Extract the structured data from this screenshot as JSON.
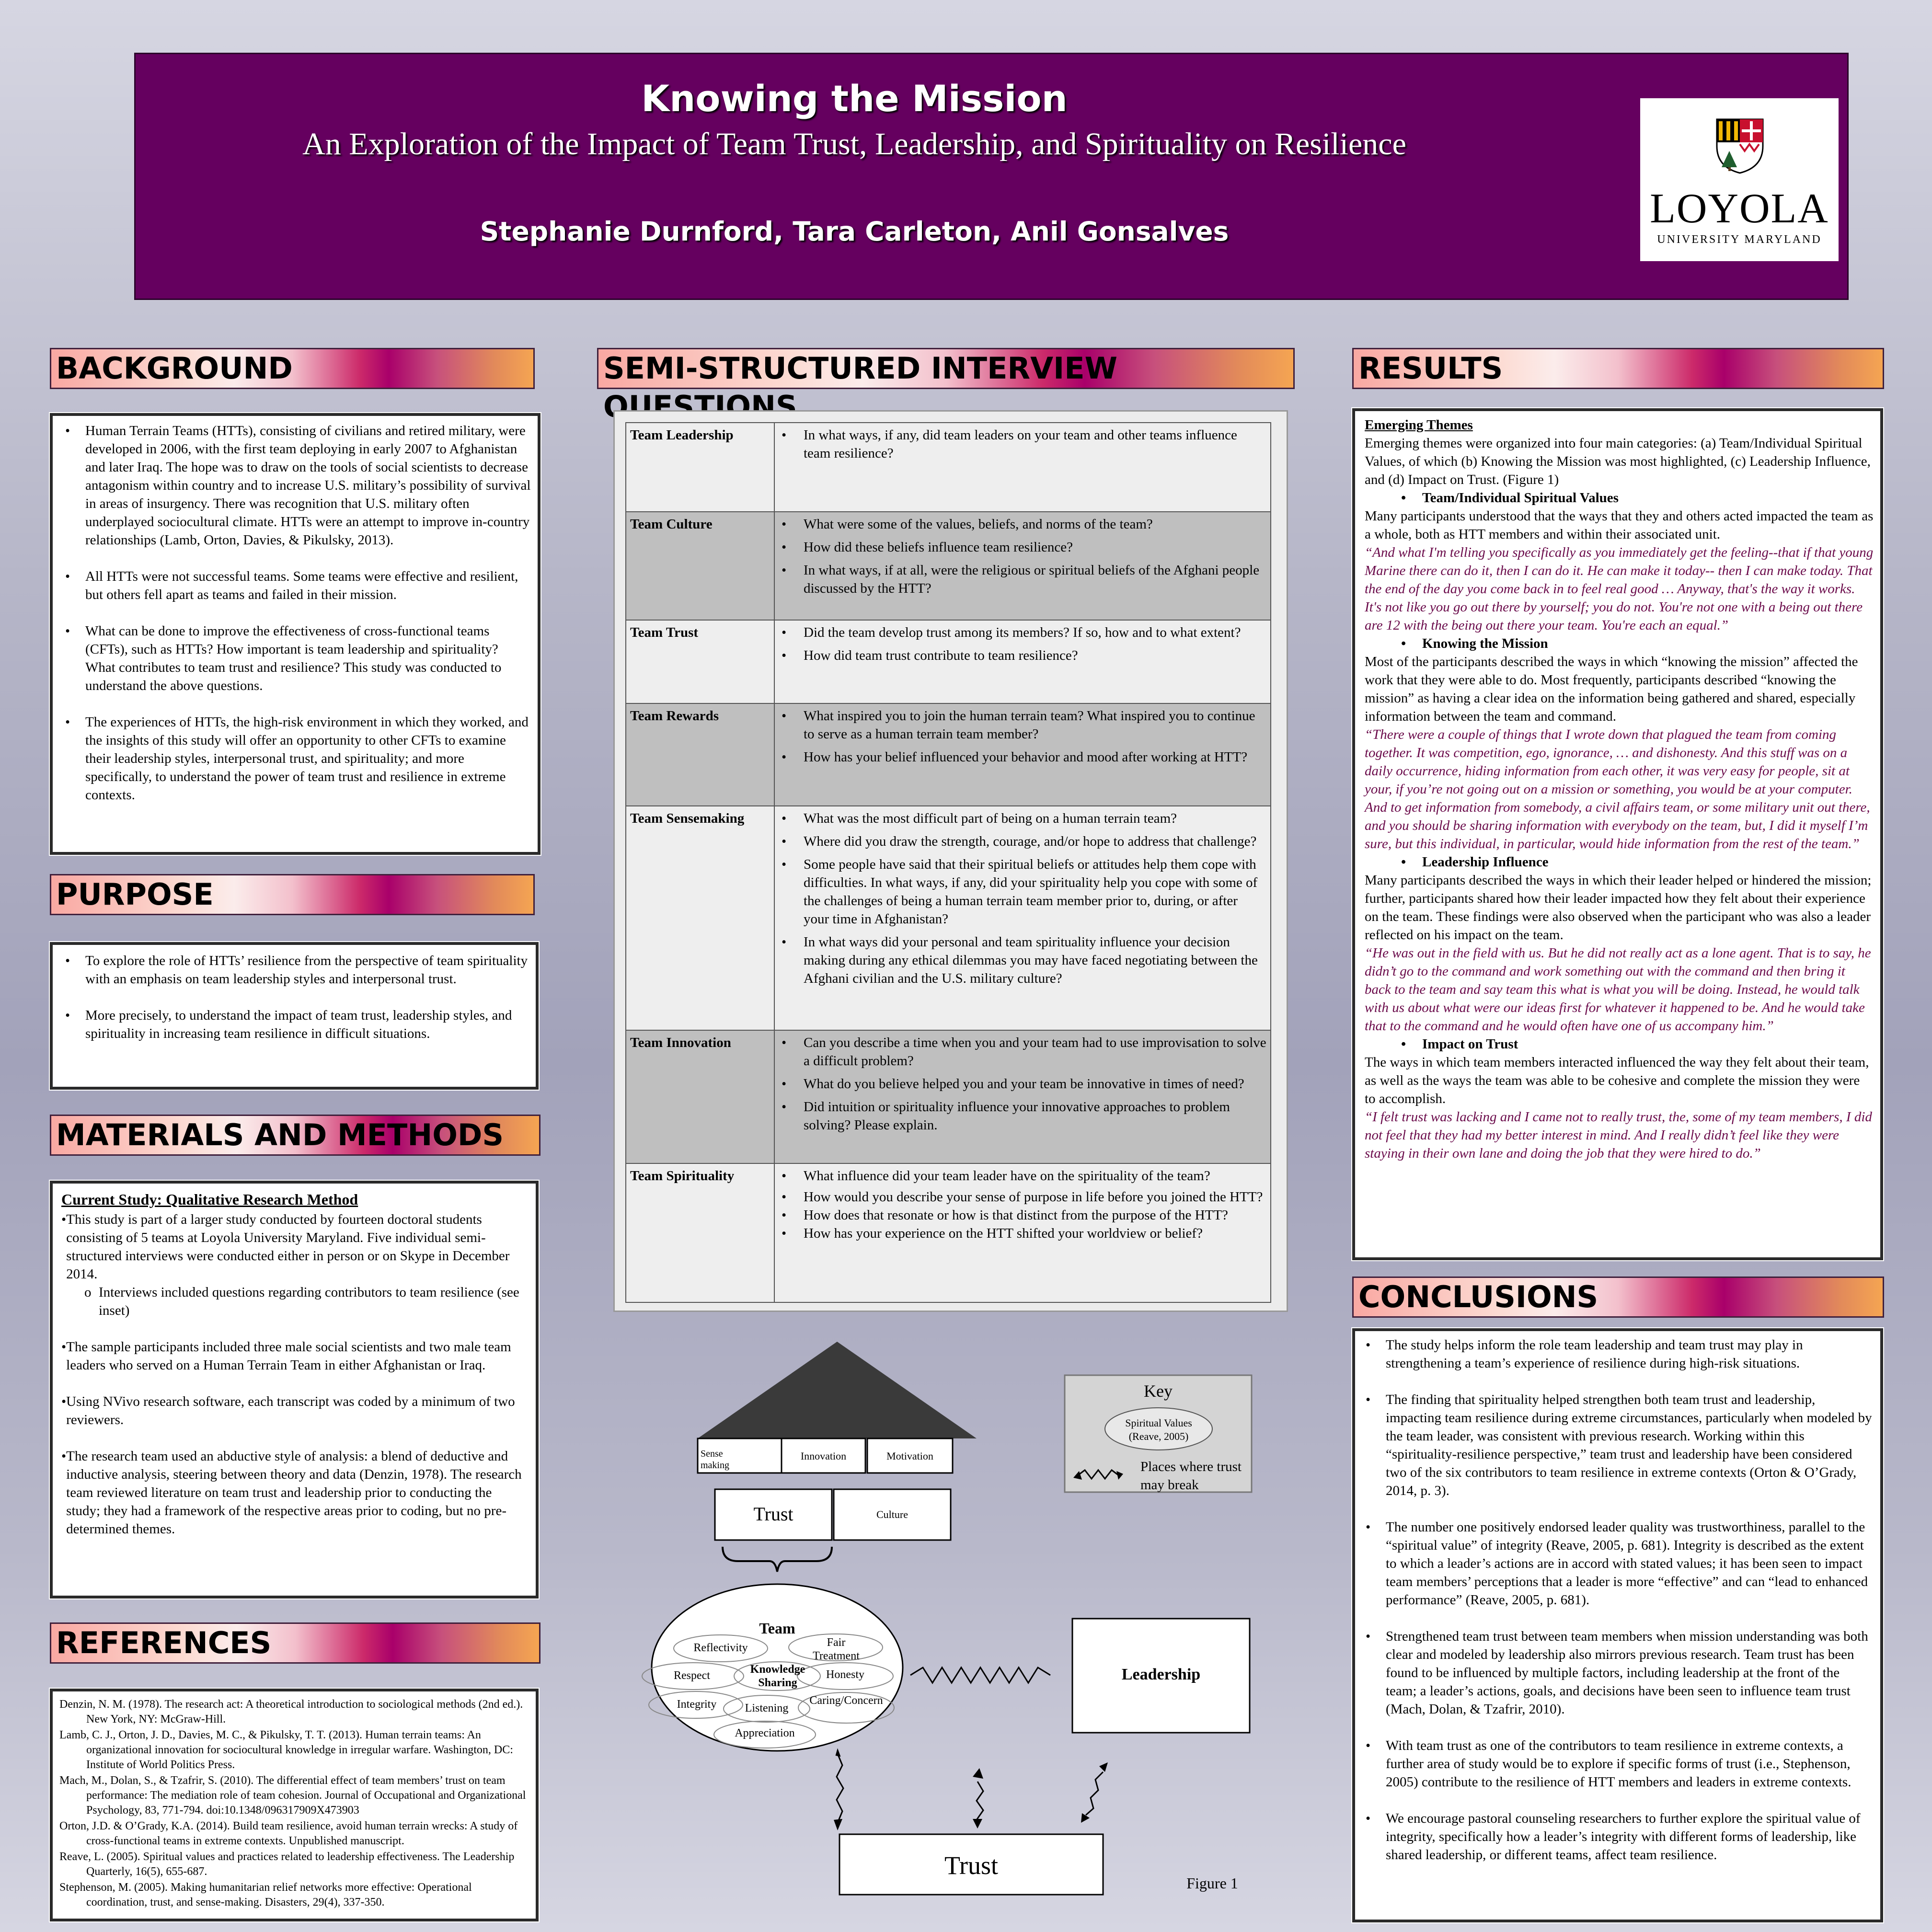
{
  "header": {
    "title": "Knowing the Mission",
    "subtitle": "An Exploration of the Impact of Team Trust, Leadership, and Spirituality on Resilience",
    "authors": "Stephanie Durnford, Tara Carleton, Anil Gonsalves",
    "logo_word": "LOYOLA",
    "logo_sub": "UNIVERSITY MARYLAND"
  },
  "background": {
    "heading": "BACKGROUND",
    "bullets": [
      "Human Terrain Teams (HTTs), consisting of civilians and retired military, were developed in 2006, with the first team deploying in early 2007 to Afghanistan and later Iraq. The hope was to draw on the tools of social scientists to decrease antagonism within country and to increase U.S. military’s possibility of survival in areas of insurgency. There was recognition that U.S. military often underplayed sociocultural climate. HTTs were an attempt to improve in-country relationships (Lamb, Orton, Davies, & Pikulsky, 2013).",
      "All HTTs were not successful teams. Some teams were effective and resilient, but others fell apart as teams and failed in their mission.",
      "What can be done to improve the effectiveness of cross-functional teams (CFTs), such as HTTs? How important is team leadership and spirituality? What contributes to team trust and resilience? This study was conducted to understand the above questions.",
      "The experiences of HTTs, the high-risk environment in which they worked, and the insights of this study will offer an opportunity to other CFTs to examine their leadership styles, interpersonal trust, and spirituality; and more specifically, to understand the power of team trust and resilience in extreme contexts."
    ]
  },
  "purpose": {
    "heading": "PURPOSE",
    "bullets": [
      "To explore the role of HTTs’ resilience from the perspective of team spirituality with an emphasis on team leadership styles and interpersonal trust.",
      "More precisely, to understand the impact of team trust, leadership styles, and spirituality in increasing team resilience in difficult situations."
    ]
  },
  "methods": {
    "heading": "MATERIALS AND METHODS",
    "subheading": "Current Study: Qualitative Research Method",
    "p1": "This study is part of a larger study conducted by fourteen doctoral students consisting of 5 teams at Loyola University Maryland. Five individual semi-structured interviews were conducted either in person or on Skype in December 2014.",
    "p1_sub": "Interviews included questions regarding contributors to team resilience (see inset)",
    "p2": "The sample participants included three male social scientists and two male team leaders who served on a Human Terrain Team in either Afghanistan or Iraq.",
    "p3": "Using NVivo research software, each transcript was coded by a minimum of two reviewers.",
    "p4": "The research team used an abductive style of analysis: a blend of deductive and inductive analysis, steering between theory and data (Denzin, 1978). The research team reviewed literature on team trust and leadership prior to conducting the study; they had a framework of the respective areas prior to coding, but no pre-determined themes."
  },
  "references": {
    "heading": "REFERENCES",
    "items": [
      "Denzin, N. M. (1978). The research act: A theoretical introduction to sociological methods (2nd ed.). New York, NY: McGraw-Hill.",
      "Lamb, C. J., Orton, J. D., Davies, M. C., & Pikulsky, T. T. (2013). Human terrain teams: An organizational innovation for sociocultural knowledge in irregular warfare. Washington, DC: Institute of World Politics Press.",
      "Mach, M., Dolan, S., & Tzafrir, S. (2010). The differential effect of team members’ trust on team performance: The mediation role of team cohesion. Journal of Occupational and Organizational Psychology, 83, 771-794. doi:10.1348/096317909X473903",
      "Orton, J.D. & O’Grady, K.A. (2014). Build team resilience, avoid human terrain wrecks: A study of cross-functional teams in extreme contexts. Unpublished manuscript.",
      "Reave, L. (2005). Spiritual values and practices related to leadership effectiveness. The Leadership Quarterly, 16(5), 655-687.",
      "Stephenson, M. (2005). Making humanitarian relief networks more effective: Operational coordination, trust, and sense-making. Disasters, 29(4), 337-350."
    ]
  },
  "interview": {
    "heading": "SEMI-STRUCTURED INTERVIEW QUESTIONS",
    "rows": [
      {
        "cat": "Team Leadership",
        "qs": [
          "In what ways, if any, did team leaders on your team and other teams influence team resilience?"
        ]
      },
      {
        "cat": "Team Culture",
        "qs": [
          "What were some of the values, beliefs, and norms of the team?",
          "How did these beliefs influence team resilience?",
          "In what ways, if at all, were the religious or spiritual beliefs of the Afghani people discussed by the HTT?"
        ]
      },
      {
        "cat": "Team Trust",
        "qs": [
          "Did the team develop trust among its members? If so, how and to what extent?",
          "How did team trust contribute to team resilience?"
        ]
      },
      {
        "cat": "Team Rewards",
        "qs": [
          "What inspired you to join the human terrain team? What inspired you to continue to serve as a human terrain team member?",
          "How has your belief influenced your behavior and mood after working at HTT?"
        ]
      },
      {
        "cat": "Team Sensemaking",
        "qs": [
          "What was the most difficult part of being on a human terrain team?",
          "Where did you draw the strength, courage, and/or hope to address that challenge?",
          "Some people have said that their spiritual beliefs or attitudes help them cope with difficulties. In what ways, if any, did your spirituality help you cope with some of the challenges of being a human terrain team member prior to, during, or after your time in Afghanistan?",
          "In what ways did your personal and team spirituality influence your decision making during any ethical dilemmas you may have faced negotiating between the Afghani civilian and the U.S. military culture?"
        ]
      },
      {
        "cat": "Team Innovation",
        "qs": [
          "Can you describe a time when you and your team had to use improvisation to solve a difficult problem?",
          "What do you believe helped you and your team be innovative in times of need?",
          "Did intuition or spirituality influence your innovative approaches to problem solving? Please explain."
        ]
      },
      {
        "cat": "Team Spirituality",
        "qs": [
          "What influence did your team leader have on the spirituality of the team?",
          "How would you describe your sense of purpose in life before you joined the HTT?",
          "How does that resonate or how is that distinct from the purpose of the HTT?",
          "How has your experience on the HTT shifted your worldview or belief?"
        ]
      }
    ]
  },
  "figure": {
    "house_cells": [
      "Sense making",
      "Innovation",
      "Motivation"
    ],
    "house_trust": "Trust",
    "house_culture": "Culture",
    "team_label": "Team",
    "values": [
      "Reflectivity",
      "Fair Treatment",
      "Respect",
      "Knowledge Sharing",
      "Honesty",
      "Integrity",
      "Listening",
      "Caring/Concern",
      "Appreciation"
    ],
    "leadership": "Leadership",
    "trust_bottom": "Trust",
    "key_title": "Key",
    "key_values": "Spiritual Values (Reave, 2005)",
    "key_break": "Places where trust may break",
    "caption": "Figure 1"
  },
  "results": {
    "heading": "RESULTS",
    "emerging_title": "Emerging Themes",
    "intro": "Emerging themes were organized into four main categories: (a) Team/Individual Spiritual Values, of which (b) Knowing the Mission was most highlighted, (c) Leadership Influence, and (d) Impact on Trust. (Figure 1)",
    "t1": "Team/Individual Spiritual Values",
    "t1_text": "Many participants understood that the ways that they and others acted impacted the team as a whole, both as HTT members and within their associated unit.",
    "t1_quote": "“And what I'm telling you specifically as you immediately get the feeling--that if that young Marine there can do it, then I can do it. He can make it today-- then I can make today. That the end of the day you come back in to feel real good … Anyway, that's the way it works. It's not like you go out there by yourself; you do not. You're not one with a being out there are 12 with the being out there your team. You're each an equal.”",
    "t2": "Knowing the Mission",
    "t2_text": "Most of the participants described the ways in which “knowing the mission” affected the work that they were able to do. Most frequently, participants described “knowing the mission” as having a clear idea on the information being gathered and shared, especially information between the team and command.",
    "t2_quote": "“There were a couple of things that I wrote down that plagued the team from coming together. It was competition, ego, ignorance, … and dishonesty. And this stuff was on a daily occurrence, hiding information from each other, it was very easy for people, sit at your, if you’re not going out on a mission or something, you would be at your computer. And to get information from somebody, a civil affairs team, or some military unit out there, and you should be sharing information with everybody on the team, but, I did it myself I’m sure, but this individual, in particular, would hide information from the rest of the team.”",
    "t3": "Leadership Influence",
    "t3_text": "Many participants described the ways in which their leader helped or hindered the mission; further, participants shared how their leader impacted how they felt about their experience on the team. These findings were also observed when the participant who was also a leader reflected on his impact on the team.",
    "t3_quote": "“He was out in the field with us. But he did not really act as a lone agent. That is to say, he didn’t go to the command and work something out with the command and then bring it back to the team and say team this what is what you will be doing. Instead, he would talk with us about what were our ideas first for whatever it happened to be. And he would take that to the command and he would often have one of us accompany him.”",
    "t4": "Impact on Trust",
    "t4_text": "The ways in which team members interacted influenced the way they felt about their team, as well as the ways the team was able to be cohesive and complete the mission they were to accomplish.",
    "t4_quote": "“I felt trust was lacking and I came not to really trust, the, some of my team members, I did not feel that they had my better interest in mind. And I really didn’t feel like they were staying in their own lane and doing the job that they were hired to do.”"
  },
  "conclusions": {
    "heading": "CONCLUSIONS",
    "bullets": [
      "The study helps inform the role team leadership and team trust may play in strengthening a team’s experience of resilience during high-risk situations.",
      "The finding that spirituality helped strengthen both team trust and leadership, impacting team resilience during extreme circumstances, particularly when modeled by the team leader, was consistent with previous research. Working within this “spirituality-resilience perspective,” team trust and leadership have been considered two of the six contributors to team resilience in extreme contexts (Orton & O’Grady, 2014, p. 3).",
      "The number one positively endorsed leader quality was trustworthiness, parallel to the “spiritual value” of integrity (Reave, 2005, p. 681). Integrity is described as the extent to which a leader’s actions are in accord with stated values; it has been seen to impact team members’ perceptions that a leader is more “effective” and can “lead to enhanced performance” (Reave, 2005, p. 681).",
      "Strengthened team trust between team members when mission understanding was both clear and modeled by leadership also mirrors previous research. Team trust has been found to be influenced by multiple factors, including leadership at the front of the team; a leader’s actions, goals, and decisions have been seen to influence team trust (Mach, Dolan, & Tzafrir, 2010).",
      "With team trust as one of the contributors to team resilience in extreme contexts, a further area of study would be to explore if specific forms of trust (i.e., Stephenson, 2005) contribute to the resilience of HTT members and leaders in extreme contexts.",
      "We encourage pastoral counseling researchers to further explore the spiritual value of integrity, specifically how a leader’s integrity with different forms of leadership, like shared leadership, or different teams, affect team resilience."
    ]
  }
}
